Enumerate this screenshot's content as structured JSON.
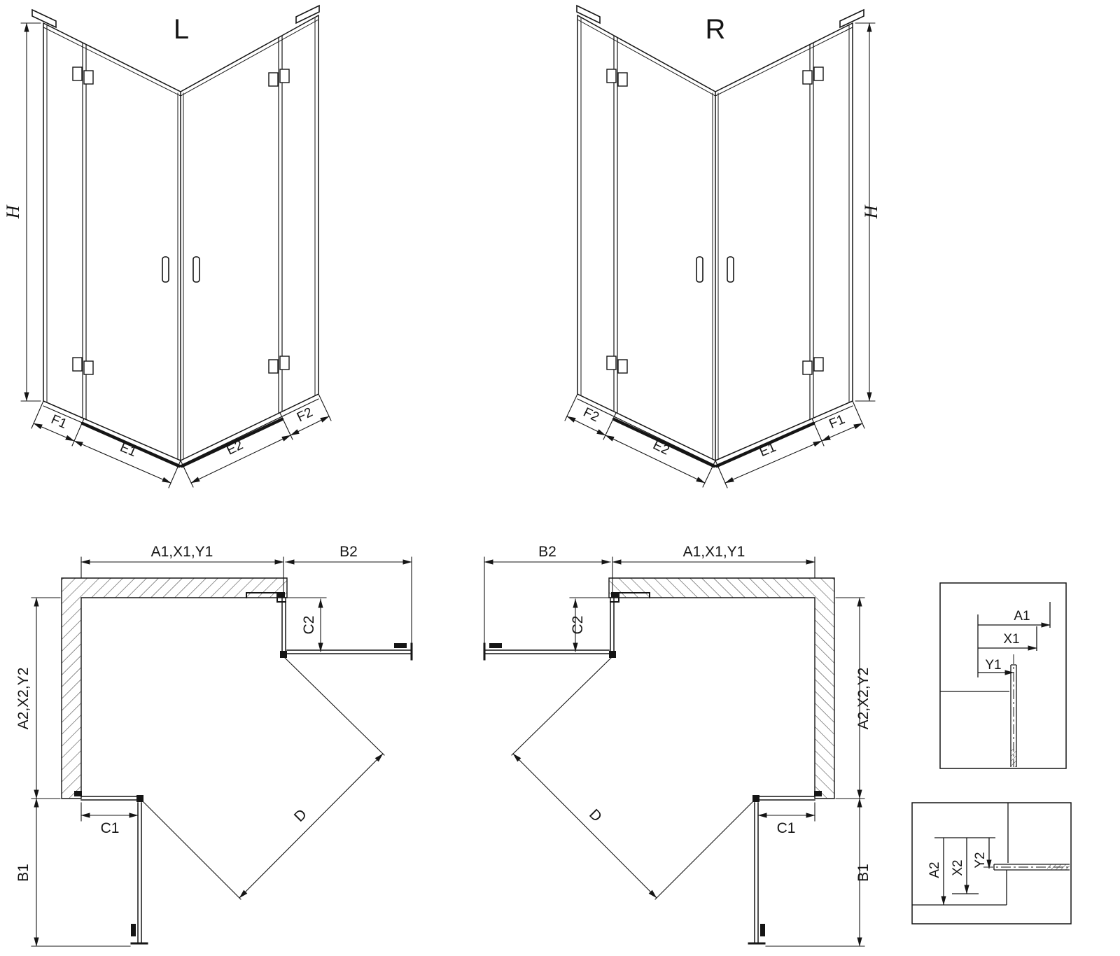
{
  "drawing": {
    "iso_left": {
      "variant": "L",
      "height": "H",
      "f1": "F1",
      "e1": "E1",
      "e2": "E2",
      "f2": "F2"
    },
    "iso_right": {
      "variant": "R",
      "height": "H",
      "f1": "F1",
      "e1": "E1",
      "e2": "E2",
      "f2": "F2"
    },
    "plan_left": {
      "width_top": "A1,X1,Y1",
      "door_top": "B2",
      "fixed_side": "C2",
      "depth_side": "A2,X2,Y2",
      "fixed_bottom": "C1",
      "door_side": "B1",
      "diagonal": "D"
    },
    "plan_right": {
      "width_top": "A1,X1,Y1",
      "door_top": "B2",
      "fixed_side": "C2",
      "depth_side": "A2,X2,Y2",
      "fixed_bottom": "C1",
      "door_side": "B1",
      "diagonal": "D"
    },
    "detail_top": {
      "a1": "A1",
      "x1": "X1",
      "y1": "Y1"
    },
    "detail_bottom": {
      "a2": "A2",
      "x2": "X2",
      "y2": "Y2"
    }
  }
}
